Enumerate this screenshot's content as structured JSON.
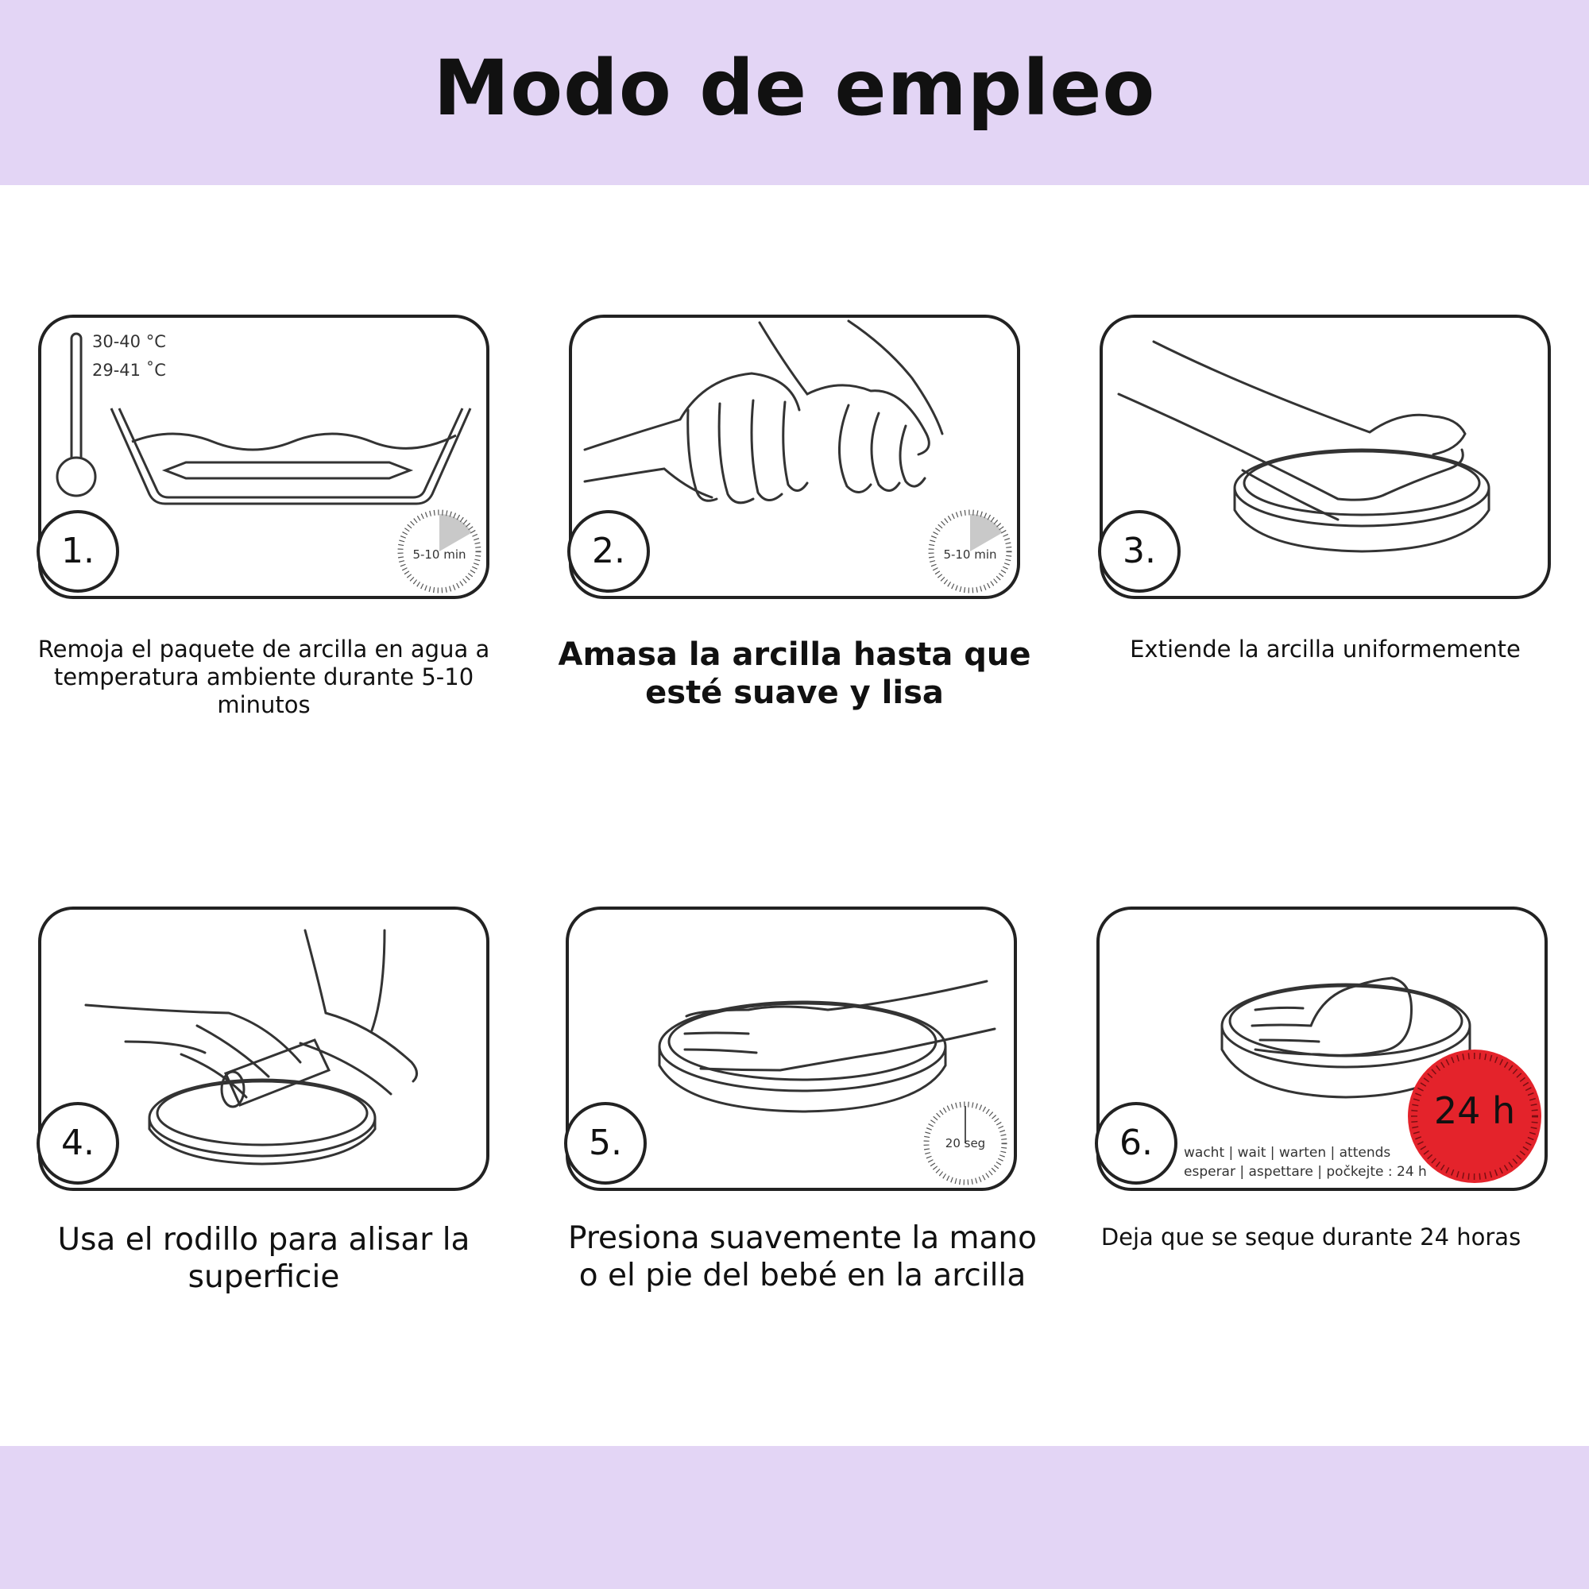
{
  "header": {
    "title": "Modo de empleo"
  },
  "steps": [
    {
      "number": "1.",
      "caption": "Remoja el paquete de arcilla en agua a temperatura ambiente durante 5-10 minutos",
      "temp_primary": "30-40 °C",
      "temp_secondary": "29-41 ˚C",
      "timer": "5-10 min"
    },
    {
      "number": "2.",
      "caption": "Amasa la arcilla hasta que esté suave y lisa",
      "timer": "5-10 min"
    },
    {
      "number": "3.",
      "caption": "Extiende la arcilla uniformemente"
    },
    {
      "number": "4.",
      "caption": "Usa el rodillo para alisar la superficie"
    },
    {
      "number": "5.",
      "caption": "Presiona suavemente la mano o el pie del bebé en la arcilla",
      "timer": "20 seg"
    },
    {
      "number": "6.",
      "caption": "Deja que se seque durante 24 horas",
      "timer": "24 h",
      "multilang_line1": "wacht | wait | warten | attends",
      "multilang_line2": "esperar | aspettare | počkejte : 24 h"
    }
  ],
  "colors": {
    "band": "#e3d5f5",
    "timer_red": "#e4232b",
    "line": "#222222"
  }
}
